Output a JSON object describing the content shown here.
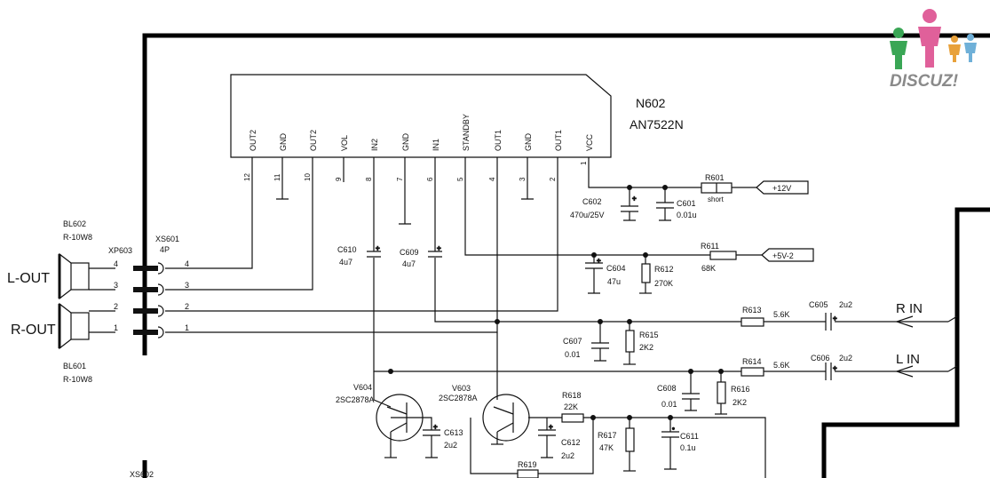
{
  "ic": {
    "ref": "N602",
    "part": "AN7522N",
    "pins": [
      {
        "name": "OUT2",
        "num": "12"
      },
      {
        "name": "GND",
        "num": "11"
      },
      {
        "name": "OUT2",
        "num": "10"
      },
      {
        "name": "VOL",
        "num": "9"
      },
      {
        "name": "IN2",
        "num": "8"
      },
      {
        "name": "GND",
        "num": "7"
      },
      {
        "name": "IN1",
        "num": "6"
      },
      {
        "name": "STANDBY",
        "num": "5"
      },
      {
        "name": "OUT1",
        "num": "4"
      },
      {
        "name": "GND",
        "num": "3"
      },
      {
        "name": "OUT1",
        "num": "2"
      },
      {
        "name": "VCC",
        "num": "1"
      }
    ]
  },
  "speakers": {
    "bl602": "BL602",
    "bl602_type": "R-10W8",
    "bl601": "BL601",
    "bl601_type": "R-10W8",
    "l_out": "L-OUT",
    "r_out": "R-OUT"
  },
  "connectors": {
    "xp603": "XP603",
    "xs601": "XS601",
    "xs601_pins": "4P",
    "xs602": "XS602",
    "left_pins": [
      "4",
      "3",
      "2",
      "1"
    ],
    "right_pins": [
      "4",
      "3",
      "2",
      "1"
    ]
  },
  "components": {
    "r601": {
      "ref": "R601",
      "value": "short"
    },
    "c602": {
      "ref": "C602",
      "value": "470u/25V"
    },
    "c601": {
      "ref": "C601",
      "value": "0.01u"
    },
    "c610": {
      "ref": "C610",
      "value": "4u7"
    },
    "c609": {
      "ref": "C609",
      "value": "4u7"
    },
    "c604": {
      "ref": "C604",
      "value": "47u"
    },
    "r612": {
      "ref": "R612",
      "value": "270K"
    },
    "r611": {
      "ref": "R611",
      "value": "68K"
    },
    "r613": {
      "ref": "R613",
      "value": "5.6K"
    },
    "c605": {
      "ref": "C605",
      "value": "2u2"
    },
    "c607": {
      "ref": "C607",
      "value": "0.01"
    },
    "r615": {
      "ref": "R615",
      "value": "2K2"
    },
    "r614": {
      "ref": "R614",
      "value": "5.6K"
    },
    "c606": {
      "ref": "C606",
      "value": "2u2"
    },
    "c608": {
      "ref": "C608",
      "value": "0.01"
    },
    "r616": {
      "ref": "R616",
      "value": "2K2"
    },
    "v604": {
      "ref": "V604",
      "value": "2SC2878A"
    },
    "v603": {
      "ref": "V603",
      "value": "2SC2878A"
    },
    "r618": {
      "ref": "R618",
      "value": "22K"
    },
    "c613": {
      "ref": "C613",
      "value": "2u2"
    },
    "c612": {
      "ref": "C612",
      "value": "2u2"
    },
    "r617": {
      "ref": "R617",
      "value": "47K"
    },
    "c611": {
      "ref": "C611",
      "value": "0.1u"
    },
    "r619": {
      "ref": "R619",
      "value": ""
    }
  },
  "nets": {
    "v12": "+12V",
    "v5": "+5V-2",
    "r_in": "R IN",
    "l_in": "L IN"
  },
  "logo": {
    "text": "DISCUZ!",
    "colors": [
      "#3aa655",
      "#e0609a",
      "#e8a13a",
      "#6fb0d8"
    ]
  }
}
